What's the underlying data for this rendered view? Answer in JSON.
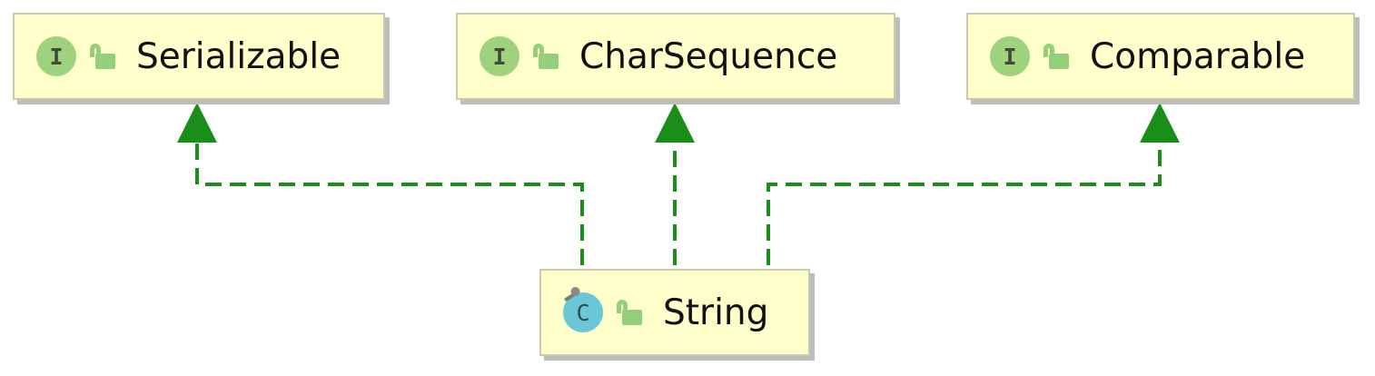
{
  "diagram": {
    "nodes": [
      {
        "id": "serializable",
        "label": "Serializable",
        "kind_badge": "I",
        "kind": "interface",
        "icon": "lock-open-icon"
      },
      {
        "id": "charsequence",
        "label": "CharSequence",
        "kind_badge": "I",
        "kind": "interface",
        "icon": "lock-open-icon"
      },
      {
        "id": "comparable",
        "label": "Comparable",
        "kind_badge": "I",
        "kind": "interface",
        "icon": "lock-open-icon"
      },
      {
        "id": "string",
        "label": "String",
        "kind_badge": "C",
        "kind": "class",
        "icon": "lock-open-icon"
      }
    ],
    "edges": [
      {
        "from": "string",
        "to": "serializable",
        "type": "implements"
      },
      {
        "from": "string",
        "to": "charsequence",
        "type": "implements"
      },
      {
        "from": "string",
        "to": "comparable",
        "type": "implements"
      }
    ],
    "colors": {
      "edge": "#198f19",
      "node_fill": "#ffffcc",
      "node_border": "#c9c9ad",
      "interface_badge": "#9fd27c",
      "class_badge": "#6ac7d6",
      "access_icon": "#94cf7a"
    }
  }
}
